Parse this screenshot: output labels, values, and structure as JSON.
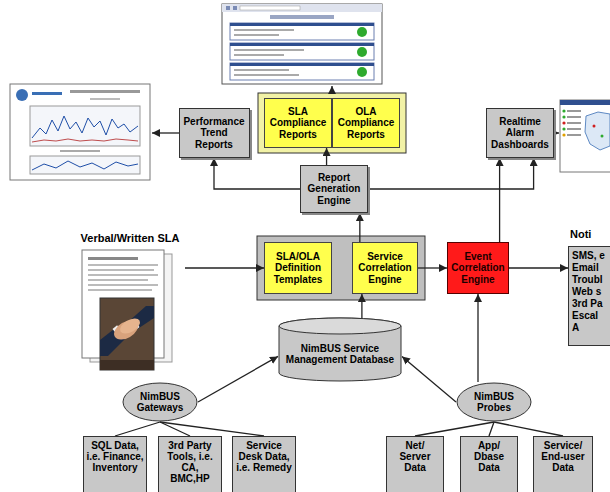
{
  "diagram": {
    "nodes": [
      {
        "text": [
          "Performance Trend Reports"
        ]
      },
      {
        "text": [
          "SLA Compliance Reports"
        ]
      },
      {
        "text": [
          "OLA Compliance Reports"
        ]
      },
      {
        "text": [
          "Realtime Alarm Dashboards"
        ]
      },
      {
        "text": [
          "Report Generation Engine"
        ]
      },
      {
        "text": [
          "Verbal/Written SLA"
        ]
      },
      {
        "text": [
          "SLA/OLA Definition Templates"
        ]
      },
      {
        "text": [
          "Service Correlation Engine"
        ]
      },
      {
        "text": [
          "Event Correlation Engine"
        ]
      },
      {
        "text": [
          "Noti",
          "SMS, e Email Troubl Web s 3rd Pa Escal A"
        ]
      },
      {
        "text": [
          "NimBUS Service Management Database"
        ]
      },
      {
        "text": [
          "NimBUS Gateways"
        ]
      },
      {
        "text": [
          "NimBUS Probes"
        ]
      },
      {
        "text": [
          "SQL Data, i.e. Finance, Inventory"
        ]
      },
      {
        "text": [
          "3rd Party Tools, i.e. CA, BMC,HP"
        ]
      },
      {
        "text": [
          "Service Desk Data, i.e. Remedy"
        ]
      },
      {
        "text": [
          "Net/ Server Data"
        ]
      },
      {
        "text": [
          "App/ Dbase Data"
        ]
      },
      {
        "text": [
          "Service/ End-user Data"
        ]
      }
    ],
    "edges": [
      {
        "from": 4,
        "to": 0,
        "arrow": "to"
      },
      {
        "from": 4,
        "to": 1,
        "arrow": "to"
      },
      {
        "from": 4,
        "to": 3,
        "arrow": "to"
      },
      {
        "from": 5,
        "to": 6,
        "arrow": "to"
      },
      {
        "from": 7,
        "to": 8,
        "arrow": "to"
      },
      {
        "from": 8,
        "to": 9,
        "arrow": "to"
      },
      {
        "from": 8,
        "to": 3,
        "arrow": "to"
      },
      {
        "from": 10,
        "to": 7,
        "arrow": "to"
      },
      {
        "from": 7,
        "to": 4,
        "arrow": "to"
      },
      {
        "from": 11,
        "to": 10,
        "arrow": "to"
      },
      {
        "from": 12,
        "to": 10,
        "arrow": "to"
      },
      {
        "from": 12,
        "to": 8,
        "arrow": "to"
      },
      {
        "from": 11,
        "to": 13,
        "arrow": "none"
      },
      {
        "from": 11,
        "to": 14,
        "arrow": "none"
      },
      {
        "from": 11,
        "to": 15,
        "arrow": "none"
      },
      {
        "from": 12,
        "to": 16,
        "arrow": "none"
      },
      {
        "from": 12,
        "to": 17,
        "arrow": "none"
      },
      {
        "from": 12,
        "to": 18,
        "arrow": "none"
      }
    ]
  }
}
